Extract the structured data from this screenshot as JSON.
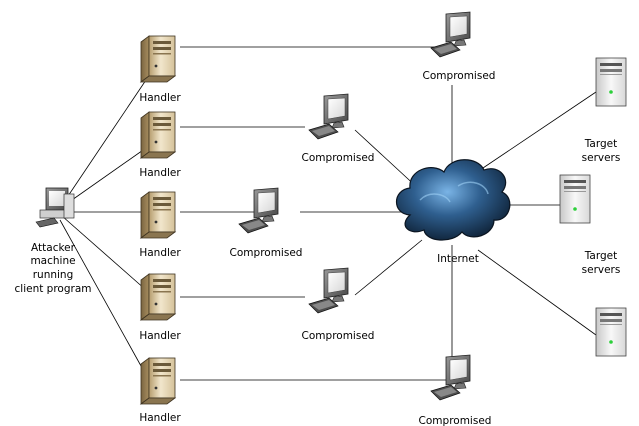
{
  "diagram": {
    "attacker": {
      "lines": [
        "Attacker",
        "machine",
        "running",
        "client program"
      ]
    },
    "handlers": [
      "Handler",
      "Handler",
      "Handler",
      "Handler",
      "Handler"
    ],
    "compromised": [
      "Compromised",
      "Compromised",
      "Compromised",
      "Compromised",
      "Compromised"
    ],
    "internet": {
      "label": "Internet"
    },
    "targets": [
      {
        "lines": [
          "Target",
          "servers"
        ]
      },
      {
        "lines": [
          "Target",
          "servers"
        ]
      }
    ]
  }
}
